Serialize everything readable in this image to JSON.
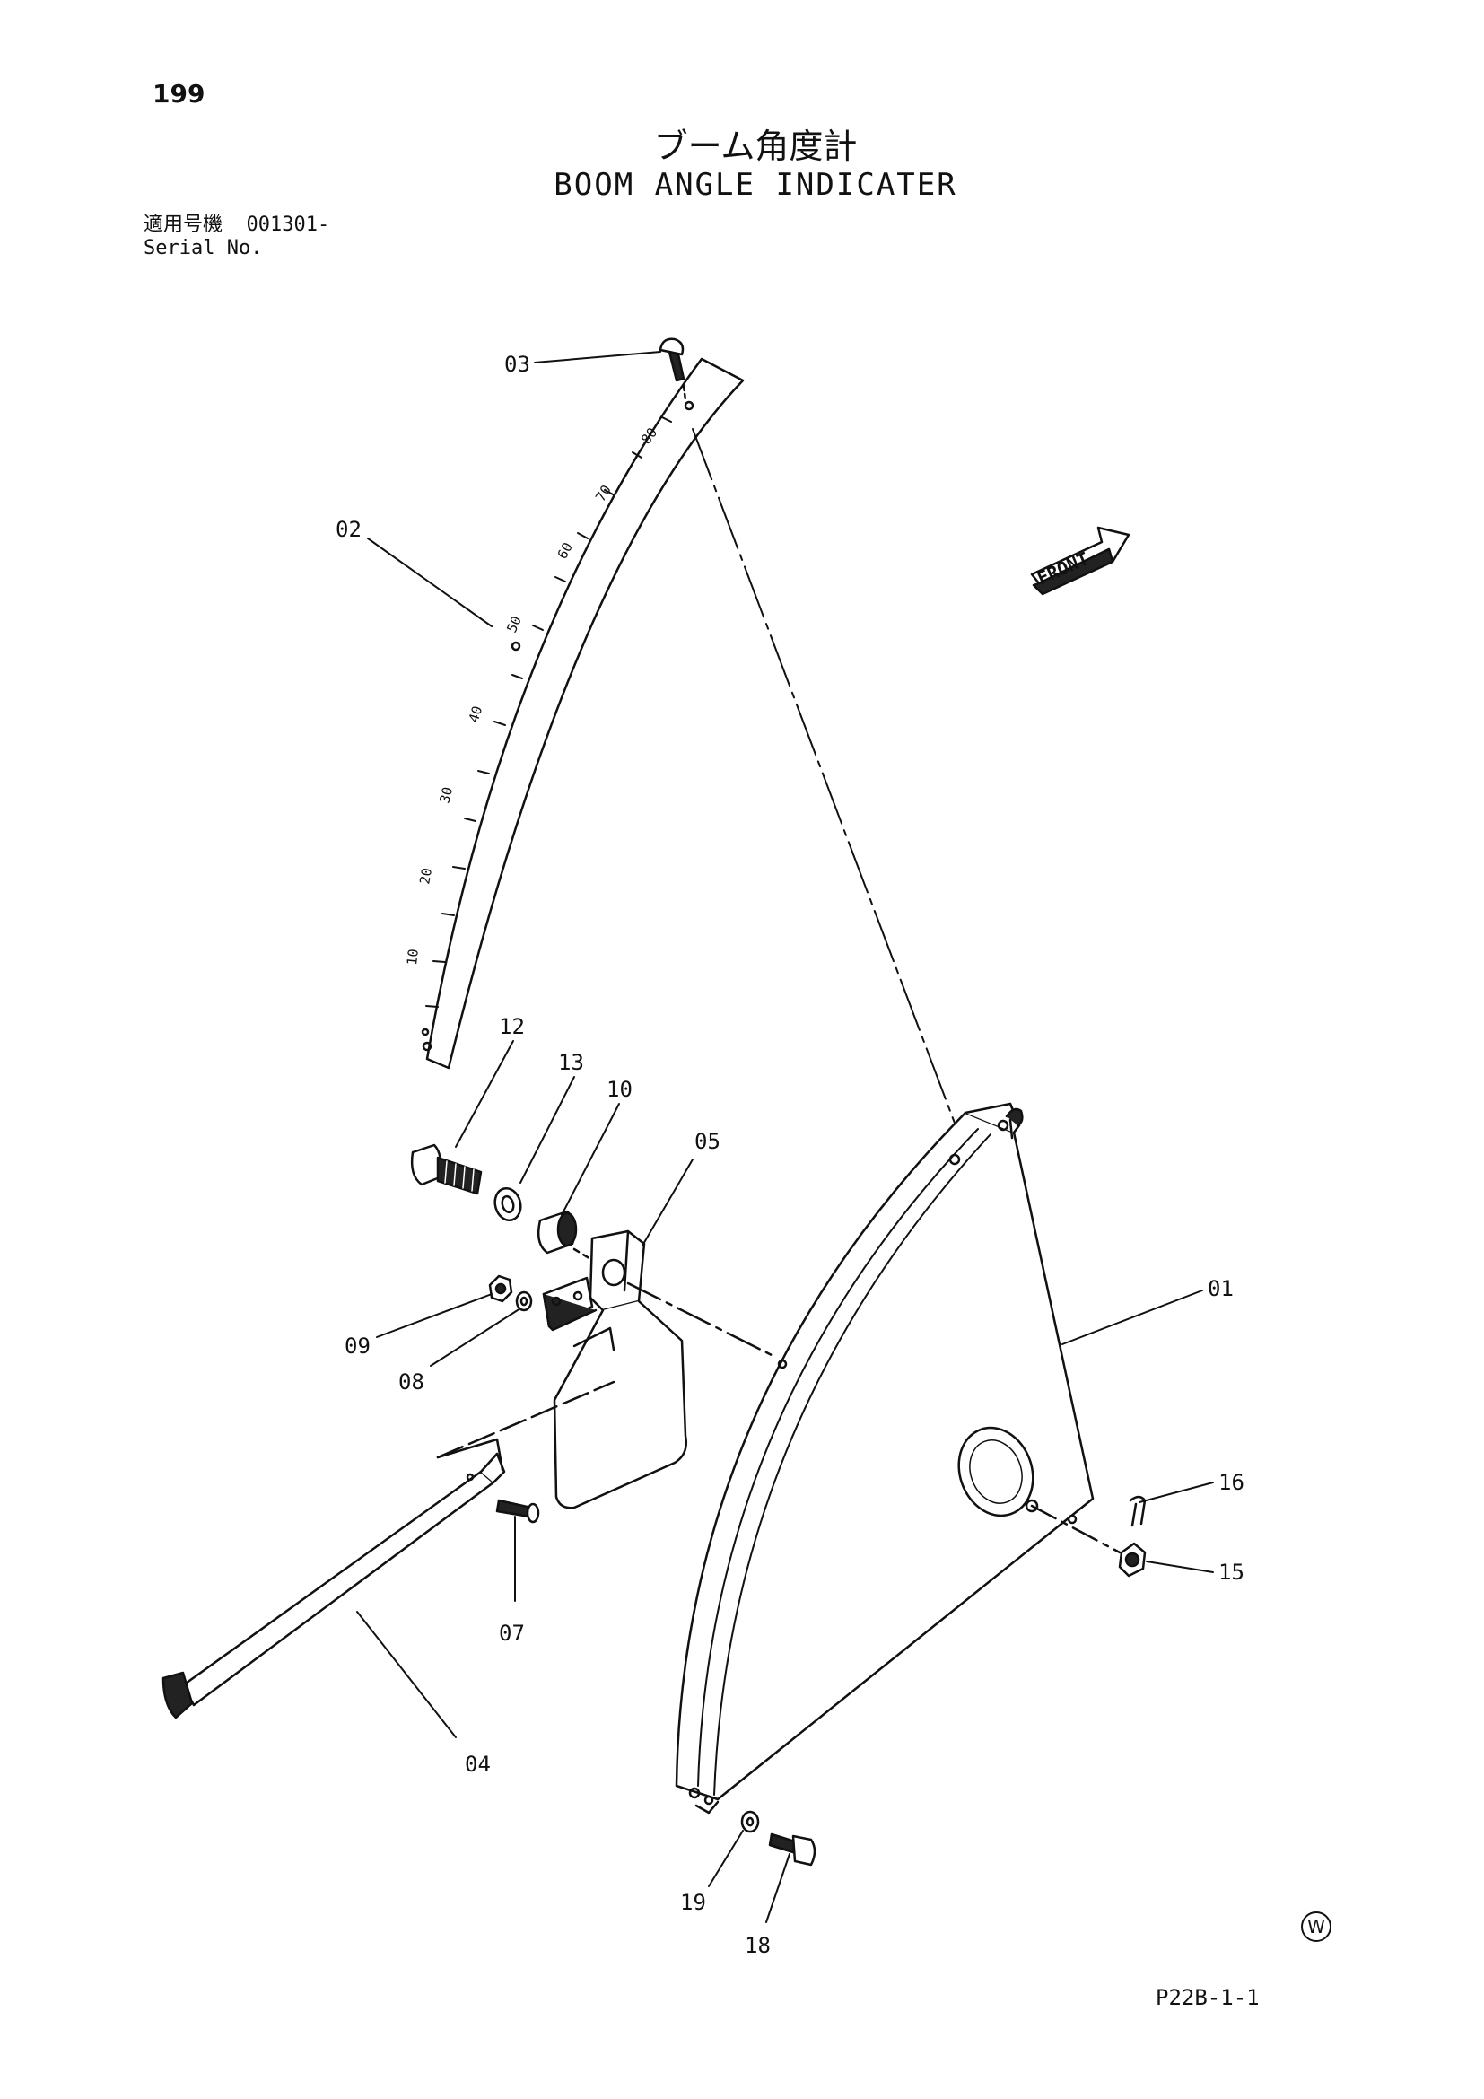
{
  "page": {
    "number": "199",
    "title_jp": "ブーム角度計",
    "title_en": "BOOM ANGLE INDICATER",
    "serial_label_jp": "適用号機",
    "serial_value": "001301-",
    "serial_label_en": "Serial No.",
    "footer_code": "P22B-1-1",
    "corner_mark": "W"
  },
  "diagram": {
    "front_label": "FRONT",
    "scale_numbers": [
      "80",
      "70",
      "60",
      "50",
      "40",
      "30",
      "20",
      "10"
    ],
    "callouts": [
      "03",
      "02",
      "12",
      "13",
      "10",
      "05",
      "09",
      "08",
      "01",
      "16",
      "15",
      "07",
      "04",
      "19",
      "18"
    ]
  },
  "colors": {
    "ink": "#111111",
    "paper": "#ffffff",
    "fill_dark": "#222222"
  }
}
